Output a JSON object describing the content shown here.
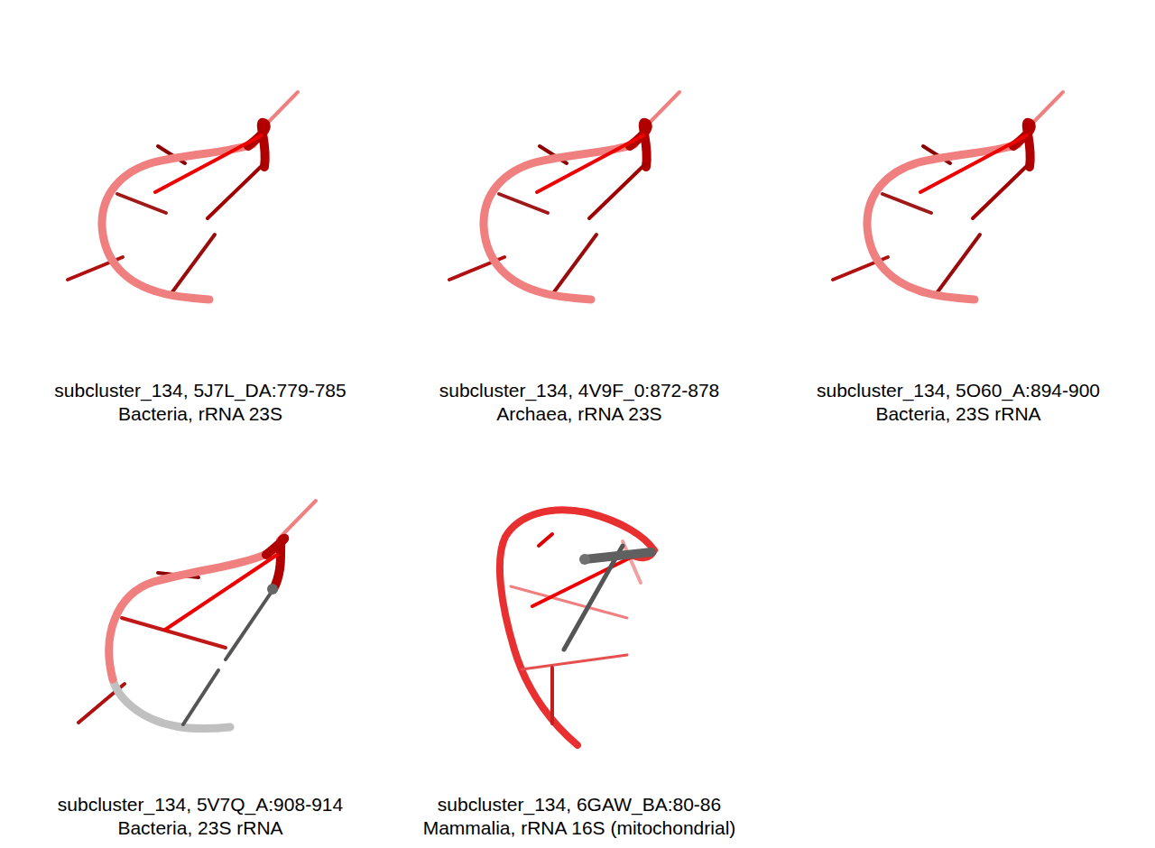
{
  "diagram": {
    "labels": [
      "subcluster_134, 5J7L_DA:779-785",
      "Bacteria, rRNA 23S",
      "subcluster_134, 4V9F_0:872-878",
      "Archaea, rRNA 23S",
      "subcluster_134, 5O60_A:894-900",
      "Bacteria, 23S rRNA",
      "subcluster_134, 5V7Q_A:908-914",
      "Bacteria, 23S rRNA",
      "subcluster_134, 6GAW_BA:80-86",
      "Mammalia, rRNA 16S (mitochondrial)"
    ]
  }
}
